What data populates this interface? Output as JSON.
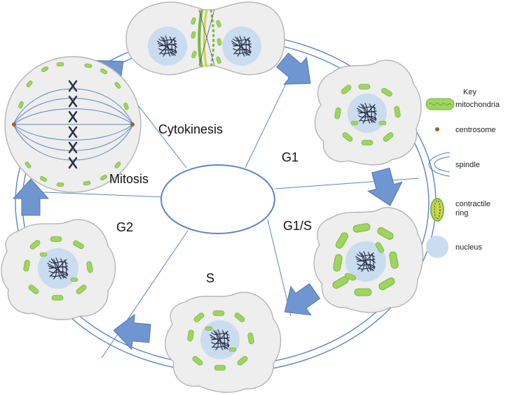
{
  "phases": {
    "cytokinesis": "Cytokinesis",
    "g1": "G1",
    "g1s": "G1/S",
    "s": "S",
    "g2": "G2",
    "mitosis": "Mitosis"
  },
  "key": {
    "title": "Key",
    "items": [
      {
        "label": "mitochondria",
        "icon": "mitochondria-icon"
      },
      {
        "label": "centrosome",
        "icon": "centrosome-icon"
      },
      {
        "label": "spindle",
        "icon": "spindle-icon"
      },
      {
        "label": "contractile ring",
        "icon": "contractile-ring-icon"
      },
      {
        "label": "nucleus",
        "icon": "nucleus-icon"
      }
    ]
  },
  "colors": {
    "cell_fill": "#eeeeee",
    "cell_stroke": "#b5b5b5",
    "nucleus": "#c9dcf0",
    "mitochondria": "#9fd45f",
    "mitochondria_stroke": "#7ab640",
    "arrow": "#6f96d1",
    "ring_line": "#5a86c5",
    "centrosome": "#a0602a",
    "chromatin": "#2a2f45",
    "contractile_ring": "#c9d64a"
  }
}
